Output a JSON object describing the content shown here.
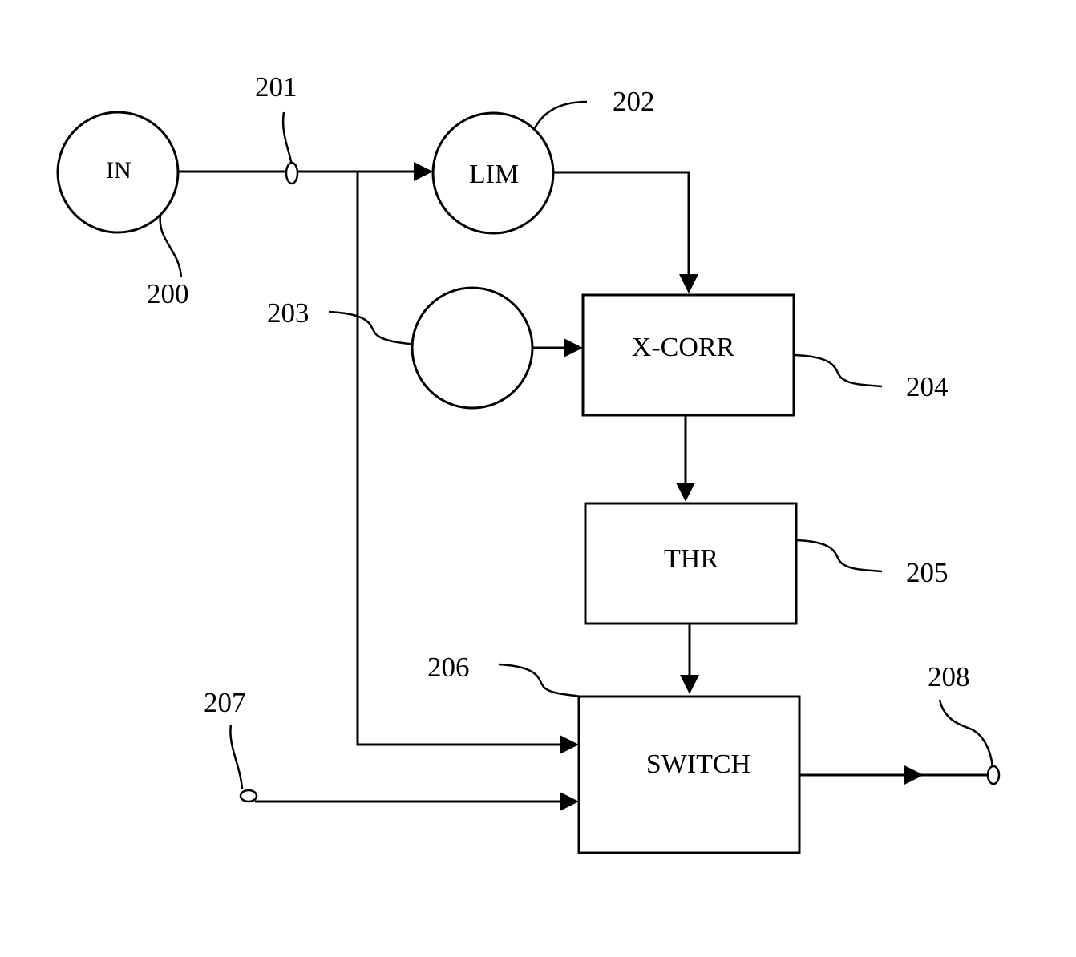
{
  "nodes": {
    "in": {
      "label": "IN"
    },
    "lim": {
      "label": "LIM"
    },
    "ref_gen": {
      "label": ""
    },
    "xcorr": {
      "label": "X-CORR"
    },
    "thr": {
      "label": "THR"
    },
    "switch": {
      "label": "SWITCH"
    }
  },
  "refs": {
    "r200": "200",
    "r201": "201",
    "r202": "202",
    "r203": "203",
    "r204": "204",
    "r205": "205",
    "r206": "206",
    "r207": "207",
    "r208": "208"
  }
}
